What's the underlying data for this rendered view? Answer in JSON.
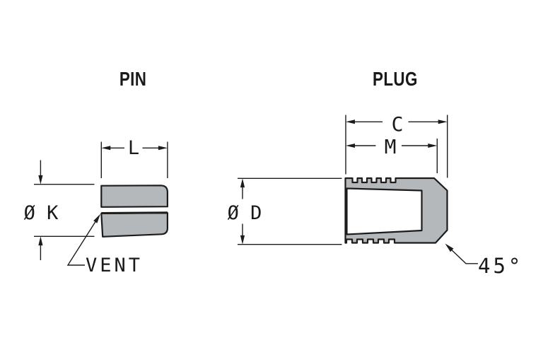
{
  "drawing": {
    "body_fill": "#b5b8ba",
    "cavity_fill": "#ffffff",
    "line_color": "#1c1c1c"
  },
  "pin": {
    "title": "PIN",
    "length_label": "L",
    "diameter_label": "Ø K",
    "vent_label": "VENT"
  },
  "plug": {
    "title": "PLUG",
    "overall_length_label": "C",
    "inner_length_label": "M",
    "diameter_label": "Ø D",
    "chamfer_angle_label": "45°"
  }
}
